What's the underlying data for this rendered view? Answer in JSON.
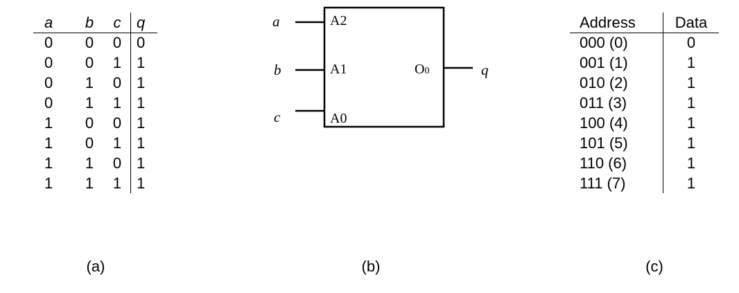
{
  "truth_table": {
    "headers": [
      "a",
      "b",
      "c",
      "q"
    ],
    "rows": [
      [
        "0",
        "0",
        "0",
        "0"
      ],
      [
        "0",
        "0",
        "1",
        "1"
      ],
      [
        "0",
        "1",
        "0",
        "1"
      ],
      [
        "0",
        "1",
        "1",
        "1"
      ],
      [
        "1",
        "0",
        "0",
        "1"
      ],
      [
        "1",
        "0",
        "1",
        "1"
      ],
      [
        "1",
        "1",
        "0",
        "1"
      ],
      [
        "1",
        "1",
        "1",
        "1"
      ]
    ]
  },
  "rom_block": {
    "inputs": [
      {
        "signal": "a",
        "pin": "A2"
      },
      {
        "signal": "b",
        "pin": "A1"
      },
      {
        "signal": "c",
        "pin": "A0"
      }
    ],
    "output": {
      "pin": "O",
      "pin_subscript": "0",
      "signal": "q"
    }
  },
  "memory_table": {
    "headers": [
      "Address",
      "Data"
    ],
    "rows": [
      [
        "000 (0)",
        "0"
      ],
      [
        "001 (1)",
        "1"
      ],
      [
        "010 (2)",
        "1"
      ],
      [
        "011 (3)",
        "1"
      ],
      [
        "100 (4)",
        "1"
      ],
      [
        "101 (5)",
        "1"
      ],
      [
        "110 (6)",
        "1"
      ],
      [
        "111 (7)",
        "1"
      ]
    ]
  },
  "captions": {
    "a": "(a)",
    "b": "(b)",
    "c": "(c)"
  }
}
